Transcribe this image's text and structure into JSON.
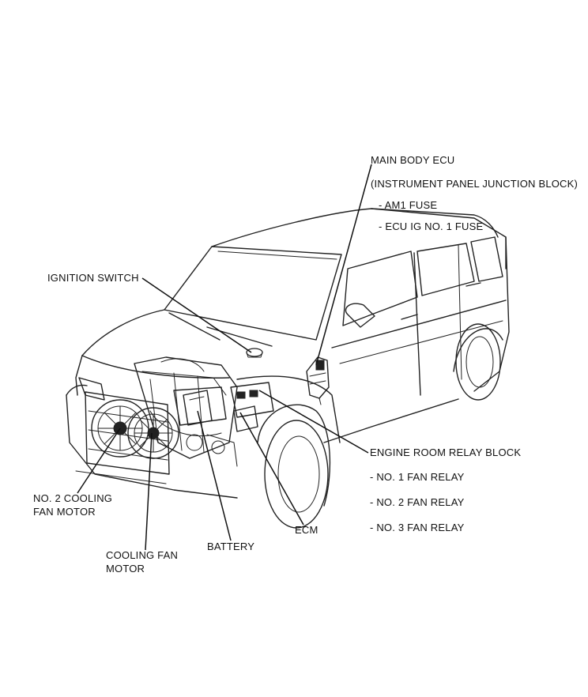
{
  "labels": {
    "main_body_ecu": "MAIN BODY ECU",
    "instrument_panel_jb": "(INSTRUMENT PANEL JUNCTION BLOCK)",
    "am1_fuse": "- AM1 FUSE",
    "ecu_ig_fuse": "- ECU IG NO. 1 FUSE",
    "ignition_switch": "IGNITION SWITCH",
    "engine_room_relay_block": "ENGINE ROOM RELAY BLOCK",
    "fan_relay_1": "- NO. 1 FAN RELAY",
    "fan_relay_2": "- NO. 2 FAN RELAY",
    "fan_relay_3": "- NO. 3 FAN RELAY",
    "ecm": "ECM",
    "battery": "BATTERY",
    "no2_cooling_fan_line1": "NO. 2 COOLING",
    "no2_cooling_fan_line2": "FAN MOTOR",
    "cooling_fan_line1": "COOLING FAN",
    "cooling_fan_line2": "MOTOR"
  }
}
